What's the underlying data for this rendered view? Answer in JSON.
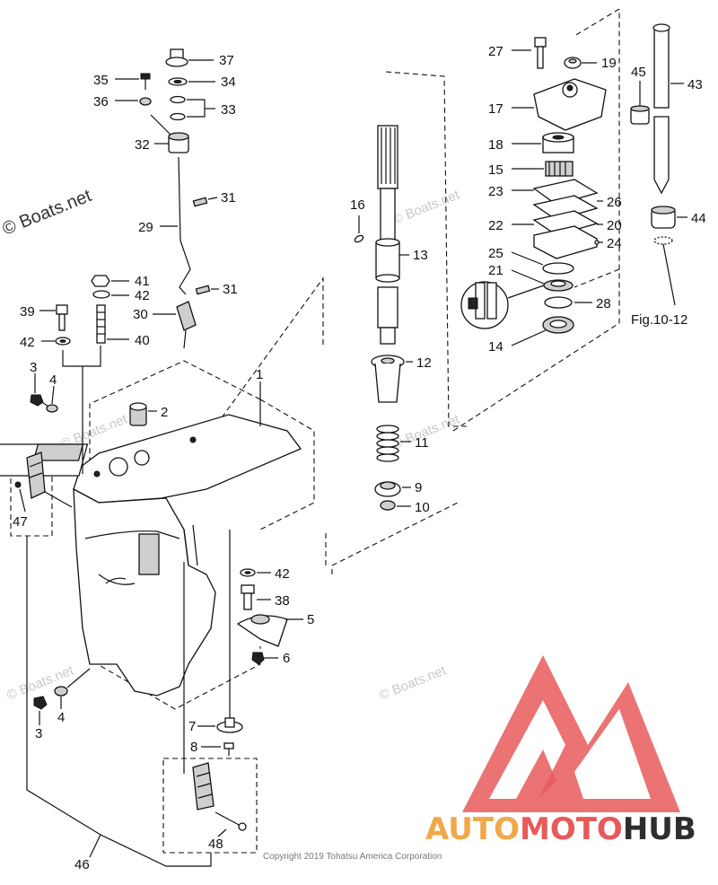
{
  "watermarks": {
    "main": "© Boats.net",
    "repeat": "© Boats.net"
  },
  "copyright": "Copyright 2019 Tohatsu America Corporation",
  "figure_ref": "Fig.10-12",
  "logo": {
    "part1": "AUTO",
    "part2": "MOTO",
    "part3": "HUB",
    "color_orange": "#f2a84a",
    "color_red": "#e85a5a",
    "color_dark": "#2e2e2e"
  },
  "callouts": [
    "37",
    "34",
    "35",
    "36",
    "33",
    "32",
    "31",
    "29",
    "31",
    "30",
    "41",
    "42",
    "39",
    "42",
    "40",
    "3",
    "4",
    "1",
    "2",
    "47",
    "42",
    "38",
    "5",
    "6",
    "3",
    "4",
    "7",
    "8",
    "48",
    "46",
    "16",
    "13",
    "12",
    "11",
    "9",
    "10",
    "27",
    "19",
    "17",
    "18",
    "15",
    "23",
    "26",
    "22",
    "20",
    "24",
    "25",
    "21",
    "28",
    "14",
    "43",
    "45",
    "44"
  ]
}
